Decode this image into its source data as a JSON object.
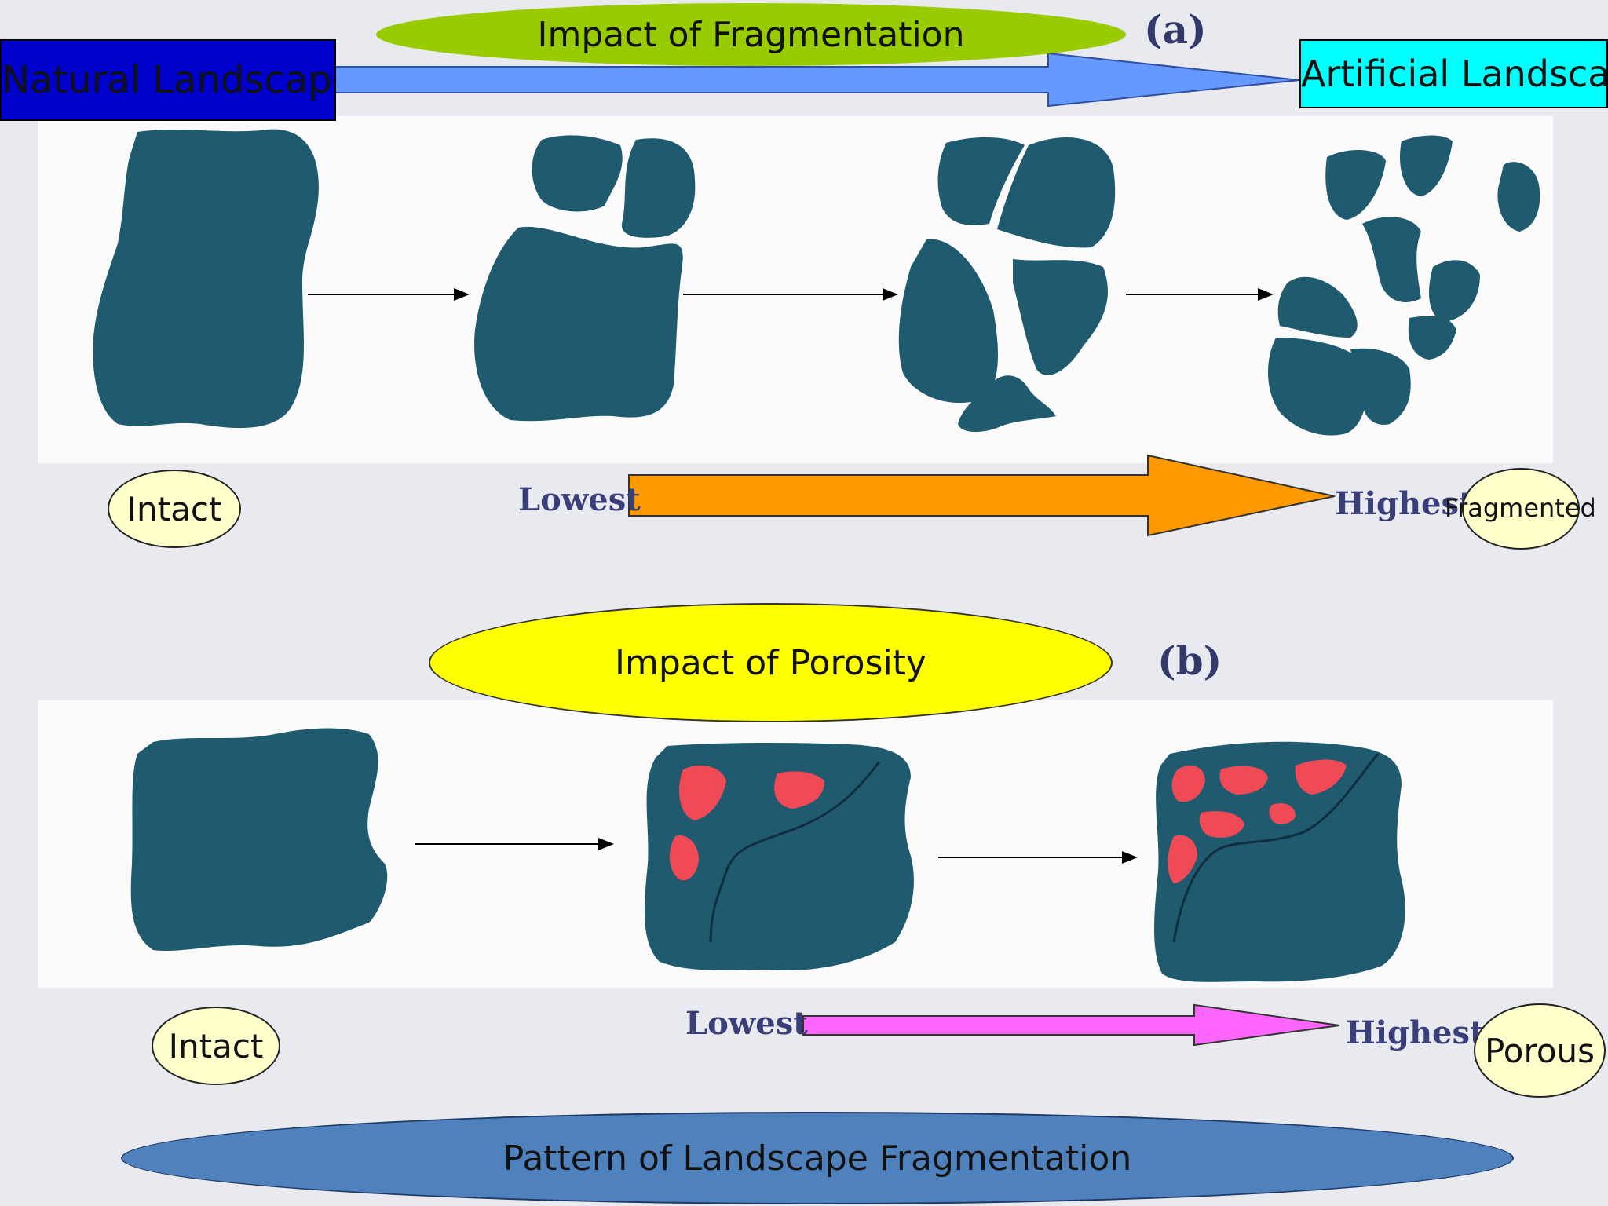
{
  "fragmentation": {
    "title": "Impact of Fragmentation",
    "panel_letter": "(a)",
    "start_label": "Natural Landscape",
    "end_label": "Artificial Landscape",
    "scale_low": "Lowest",
    "scale_high": "Highest",
    "start_state": "Intact",
    "end_state": "Fragmented",
    "arrow_color": "#ff9900",
    "header_arrow_color": "#6699ff"
  },
  "porosity": {
    "title": "Impact of Porosity",
    "panel_letter": "(b)",
    "scale_low": "Lowest",
    "scale_high": "Highest",
    "start_state": "Intact",
    "end_state": "Porous",
    "arrow_color": "#ff66ff",
    "pore_color": "#ef4a55"
  },
  "footer": {
    "title": "Pattern of Landscape Fragmentation"
  },
  "colors": {
    "patch": "#1f5a6e",
    "title_fragmentation_bg": "#99cc00",
    "title_porosity_bg": "#ffff00",
    "footer_bg": "#4f81bd",
    "natural_bg": "#0000cc",
    "artificial_bg": "#00ffff",
    "state_bg": "#ffffcc"
  }
}
